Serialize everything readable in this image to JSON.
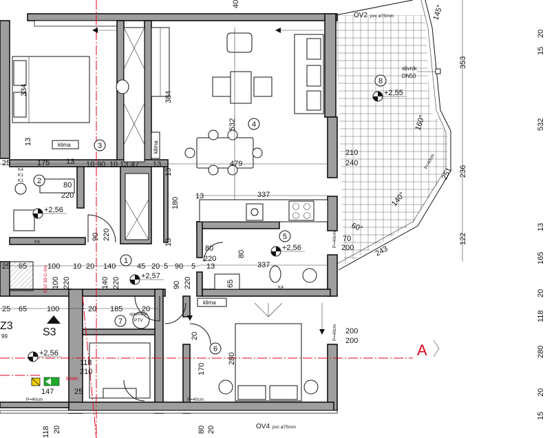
{
  "labels": {
    "ov2": "OV2",
    "ov2_spec": "pvc ø75mm",
    "ov4": "OV4",
    "ov4_spec": "pvc ø75mm",
    "slivnik": "slivnik",
    "slivnik_dn": "DN50",
    "klima": "klima",
    "s3": "S3",
    "z3": "Z3",
    "axis_a": "A",
    "spremnik": "spremnik",
    "ptv": "PTV",
    "es2": "ES2 30-C-Sm",
    "ew60": "EW60",
    "k6": "K6",
    "k4": "K4",
    "kv": [
      "K4",
      "K1",
      "K1"
    ],
    "p40_1": "P=40cm",
    "p40_2": "P=40cm",
    "p40_3": "P=40cm",
    "p40_4": "P=40cm"
  },
  "rooms": [
    "1",
    "2",
    "3",
    "4",
    "5",
    "6",
    "7",
    "8"
  ],
  "levels": [
    "+2,55",
    "+2,56",
    "+2,56",
    "+2,57",
    "+2,56"
  ],
  "dims": {
    "d334": "334",
    "d384": "384",
    "d532": "532",
    "d479": "479",
    "d13": "13",
    "d175": "175",
    "d25": "25",
    "d10": "10",
    "d90": "90",
    "d47": "47",
    "d80": "80",
    "d220": "220",
    "d180": "180",
    "d337": "337",
    "d65": "65",
    "d100": "100",
    "d20": "20",
    "d140": "140",
    "d45": "45",
    "d5": "5",
    "d185": "185",
    "d118": "118",
    "d210": "210",
    "d147": "147",
    "d170": "170",
    "d280": "280",
    "d200": "200",
    "d240": "240",
    "d70": "70",
    "d243": "243",
    "d251": "251",
    "d236": "236",
    "d353": "353",
    "d122": "122",
    "d165": "165",
    "d15": "15",
    "d40": "40",
    "d99": "99",
    "a145": "145°",
    "a160": "160°",
    "a140": "140°",
    "a60": "60°"
  },
  "icons": [
    "spiral-staircase-arrow-icon",
    "fire-extinguisher-icon",
    "exit-sign-icon",
    "north-triangle-icon"
  ]
}
